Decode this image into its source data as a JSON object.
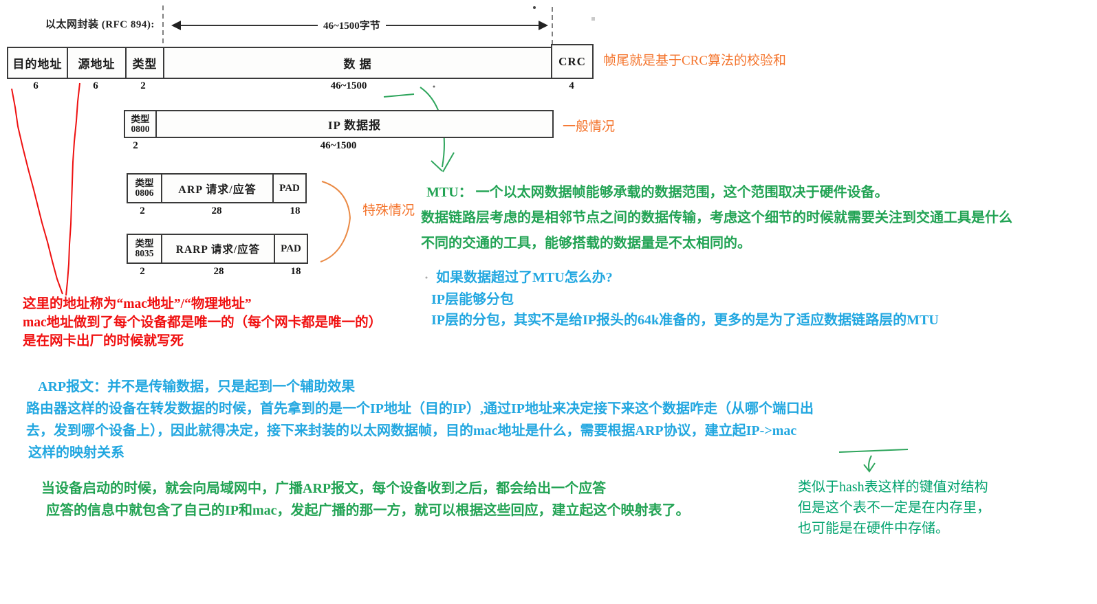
{
  "colors": {
    "orange": "#f4742c",
    "red": "#f01111",
    "blue": "#22a7e0",
    "green": "#22a354",
    "green_teal": "#00a26d",
    "ink": "#3a3a3a"
  },
  "header": {
    "caption": "以太网封装 (RFC 894):",
    "arrow_label": "46~1500字节"
  },
  "frame": {
    "fields": [
      {
        "label": "目的地址",
        "size": "6"
      },
      {
        "label": "源地址",
        "size": "6"
      },
      {
        "label": "类型",
        "size": "2"
      },
      {
        "label": "数 据",
        "size": "46~1500"
      },
      {
        "label": "CRC",
        "size": "4"
      }
    ]
  },
  "rows": {
    "ip": {
      "type_label": "类型",
      "type_code": "0800",
      "type_size": "2",
      "payload": "IP 数据报",
      "payload_size": "46~1500",
      "note": "一般情况"
    },
    "arp": {
      "type_label": "类型",
      "type_code": "0806",
      "type_size": "2",
      "payload": "ARP 请求/应答",
      "payload_size": "28",
      "pad_label": "PAD",
      "pad_size": "18"
    },
    "rarp": {
      "type_label": "类型",
      "type_code": "8035",
      "type_size": "2",
      "payload": "RARP 请求/应答",
      "payload_size": "28",
      "pad_label": "PAD",
      "pad_size": "18"
    }
  },
  "notes": {
    "crc": "帧尾就是基于CRC算法的校验和",
    "special": "特殊情况",
    "mtu": {
      "lines": [
        "MTU： 一个以太网数据帧能够承载的数据范围，这个范围取决于硬件设备。",
        "数据链路层考虑的是相邻节点之间的数据传输，考虑这个细节的时候就需要关注到交通工具是什么",
        "不同的交通的工具，能够搭载的数据量是不太相同的。"
      ]
    },
    "mtu_q": {
      "lines": [
        "如果数据超过了MTU怎么办?",
        "IP层能够分包",
        "IP层的分包，其实不是给IP报头的64k准备的，更多的是为了适应数据链路层的MTU"
      ]
    },
    "mac": {
      "lines": [
        "这里的地址称为“mac地址”/“物理地址”",
        "mac地址做到了每个设备都是唯一的（每个网卡都是唯一的）",
        "是在网卡出厂的时候就写死"
      ]
    },
    "arp": {
      "lines": [
        "ARP报文：并不是传输数据，只是起到一个辅助效果",
        "路由器这样的设备在转发数据的时候，首先拿到的是一个IP地址（目的IP）,通过IP地址来决定接下来这个数据咋走（从哪个端口出",
        "去，发到哪个设备上），因此就得决定，接下来封装的以太网数据帧，目的mac地址是什么，需要根据ARP协议，建立起IP->mac",
        "这样的映射关系"
      ]
    },
    "broadcast": {
      "lines": [
        "当设备启动的时候，就会向局域网中，广播ARP报文，每个设备收到之后，都会给出一个应答",
        "应答的信息中就包含了自己的IP和mac，发起广播的那一方，就可以根据这些回应，建立起这个映射表了。"
      ]
    },
    "hash": {
      "lines": [
        "类似于hash表这样的键值对结构",
        "但是这个表不一定是在内存里，",
        "也可能是在硬件中存储。"
      ]
    }
  }
}
